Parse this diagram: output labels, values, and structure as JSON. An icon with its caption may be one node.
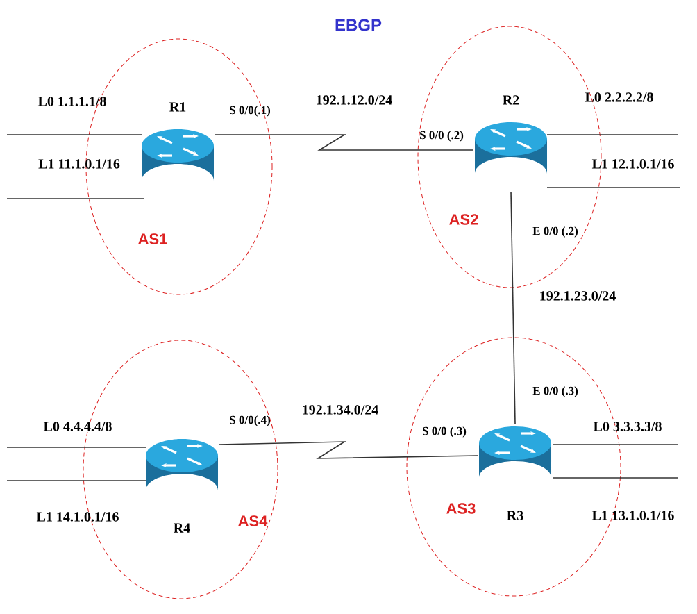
{
  "diagram": {
    "title": "EBGP",
    "nodes": [
      {
        "text": [
          "AS1"
        ]
      },
      {
        "text": [
          "R1"
        ],
        "in": 0
      },
      {
        "text": [
          "AS2"
        ]
      },
      {
        "text": [
          "R2"
        ],
        "in": 2
      },
      {
        "text": [
          "AS4"
        ]
      },
      {
        "text": [
          "R4"
        ],
        "in": 4
      },
      {
        "text": [
          "AS3"
        ]
      },
      {
        "text": [
          "R3"
        ],
        "in": 6
      }
    ],
    "edges": [
      {
        "from": 1,
        "to": 3,
        "arrow": "none",
        "label": "192.1.12.0/24"
      },
      {
        "from": 3,
        "to": 7,
        "arrow": "none",
        "label": "192.1.23.0/24"
      },
      {
        "from": 5,
        "to": 7,
        "arrow": "none",
        "label": "192.1.34.0/24"
      },
      {
        "from": 1,
        "to": null,
        "arrow": "none",
        "label": "L0 1.1.1.1/8"
      },
      {
        "from": 1,
        "to": null,
        "arrow": "none",
        "label": "L1 11.1.0.1/16"
      },
      {
        "from": 3,
        "to": null,
        "arrow": "none",
        "label": "L0 2.2.2.2/8"
      },
      {
        "from": 3,
        "to": null,
        "arrow": "none",
        "label": "L1 12.1.0.1/16"
      },
      {
        "from": 5,
        "to": null,
        "arrow": "none",
        "label": "L0 4.4.4.4/8"
      },
      {
        "from": 5,
        "to": null,
        "arrow": "none",
        "label": "L1 14.1.0.1/16"
      },
      {
        "from": 7,
        "to": null,
        "arrow": "none",
        "label": "L0 3.3.3.3/8"
      },
      {
        "from": 7,
        "to": null,
        "arrow": "none",
        "label": "L1 13.1.0.1/16"
      }
    ],
    "labels": [
      "S 0/0(.1)",
      "S 0/0 (.2)",
      "E 0/0 (.2)",
      "E 0/0 (.3)",
      "S 0/0 (.3)",
      "S 0/0(.4)"
    ]
  }
}
